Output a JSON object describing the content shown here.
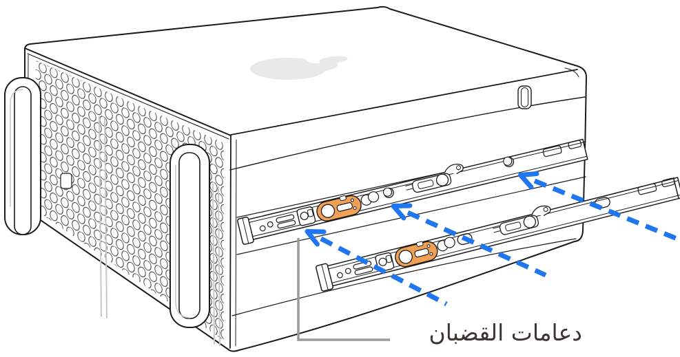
{
  "figure": {
    "label": {
      "text": "دعامات القضبان"
    },
    "arrows": {
      "count": 3,
      "style": "dashed",
      "direction": "up-left"
    },
    "colors": {
      "arrow_blue": "#1f76ee",
      "rail_accent_orange": "#f0a156",
      "callout_gray": "#999999",
      "label_text": "#3b3430",
      "outline": "#1b1b1b",
      "logo_gray": "#e9e9e9",
      "background": "#ffffff"
    }
  }
}
